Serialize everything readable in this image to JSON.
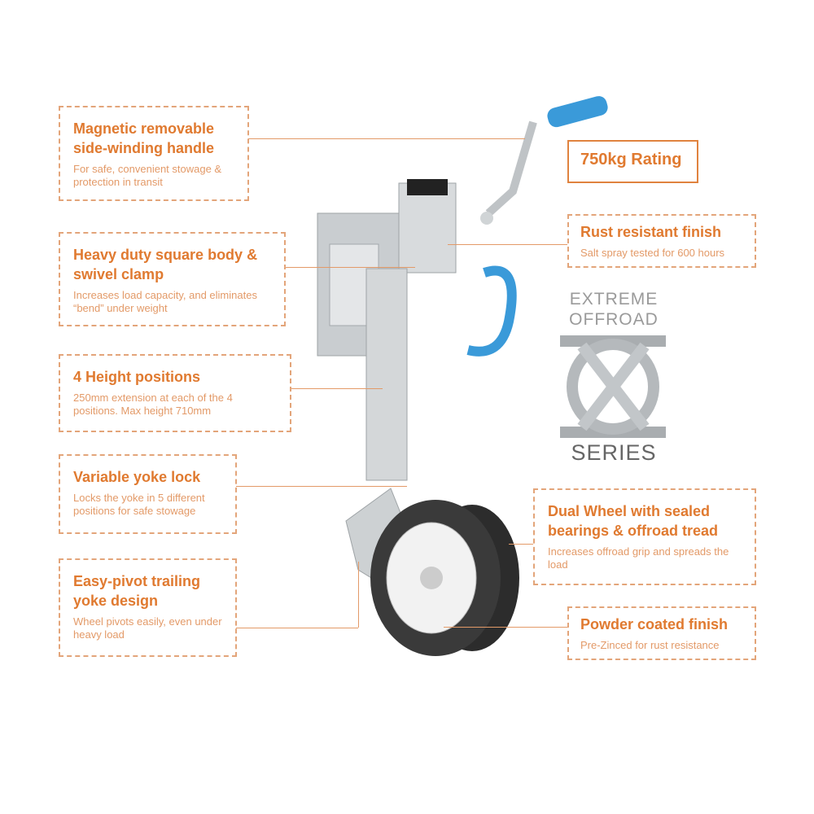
{
  "callouts": [
    {
      "title": "Magnetic removable side-winding handle",
      "body": "For safe, convenient stowage & protection in transit"
    },
    {
      "title": "Heavy duty square body & swivel clamp",
      "body": "Increases load capacity, and eliminates “bend” under weight"
    },
    {
      "title": "4 Height positions",
      "body": "250mm extension at each of the 4 positions. Max height 710mm"
    },
    {
      "title": "Variable yoke lock",
      "body": "Locks the yoke in 5 different positions for safe stowage"
    },
    {
      "title": "Easy-pivot trailing yoke design",
      "body": "Wheel pivots easily, even under heavy load"
    },
    {
      "title": "Rust resistant finish",
      "body": "Salt spray tested for 600 hours"
    },
    {
      "title": "Dual Wheel with sealed bearings & offroad tread",
      "body": "Increases offroad grip and spreads the load"
    },
    {
      "title": "Powder coated finish",
      "body": "Pre-Zinced for rust resistance"
    }
  ],
  "rating": "750kg Rating",
  "logo": {
    "line1": "EXTREME",
    "line2": "OFFROAD",
    "line3": "SERIES"
  },
  "colors": {
    "accent": "#e07a30",
    "body": "#e39a68",
    "handle": "#3a9ad9"
  }
}
